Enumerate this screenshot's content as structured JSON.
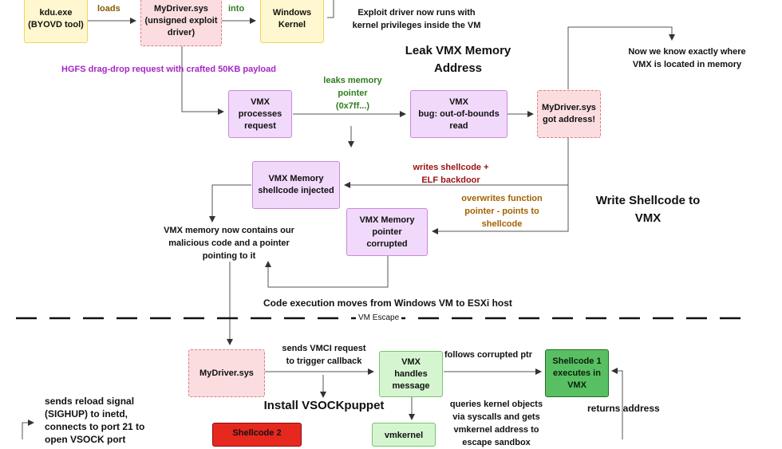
{
  "nodes": {
    "kdu": "kdu.exe\n(BYOVD tool)",
    "mydriver_top": "MyDriver.sys\n(unsigned exploit\ndriver)",
    "windows_kernel": "Windows\nKernel",
    "vmx_processes": "VMX\nprocesses\nrequest",
    "vmx_bug": "VMX\nbug: out-of-bounds\nread",
    "mydriver_got": "MyDriver.sys\ngot address!",
    "vmx_shellcode": "VMX Memory\nshellcode injected",
    "vmx_pointer": "VMX Memory\npointer\ncorrupted",
    "mydriver_bottom": "MyDriver.sys",
    "vmx_handles": "VMX\nhandles\nmessage",
    "shellcode1": "Shellcode 1\nexecutes in\nVMX",
    "shellcode2": "Shellcode 2",
    "vmkernel": "vmkernel"
  },
  "labels": {
    "loads": "loads",
    "into": "into",
    "exploit_runs": "Exploit driver now runs with\nkernel privileges inside the VM",
    "hgfs": "HGFS drag-drop request with crafted 50KB payload",
    "leaks": "leaks memory\npointer\n(0x7ff...)",
    "now_know": "Now we know exactly where\nVMX is located in memory",
    "writes_shellcode": "writes shellcode +\nELF backdoor",
    "overwrites": "overwrites function\npointer - points to\nshellcode",
    "vmx_memory_now": "VMX memory now contains our\nmalicious code and a pointer\npointing to it",
    "code_execution": "Code execution moves from Windows VM to ESXi host",
    "vm_escape": "VM Escape",
    "sends_vmci": "sends VMCI request\nto trigger callback",
    "follows": "follows corrupted ptr",
    "queries": "queries kernel objects\nvia syscalls and gets\nvmkernel address to\nescape sandbox",
    "returns": "returns address",
    "sends_reload": "sends reload signal\n(SIGHUP) to inetd,\nconnects to port 21 to\nopen VSOCK port"
  },
  "headings": {
    "leak": "Leak VMX Memory\nAddress",
    "write": "Write Shellcode to\nVMX",
    "install": "Install VSOCKpuppet"
  },
  "colors": {
    "loads_text": "#8a5a00",
    "into_text": "#2f7d1f",
    "hgfs_text": "#a526c4",
    "leaks_text": "#2f7d1f",
    "writes_text": "#9b1111",
    "overwrites_text": "#a36200"
  }
}
